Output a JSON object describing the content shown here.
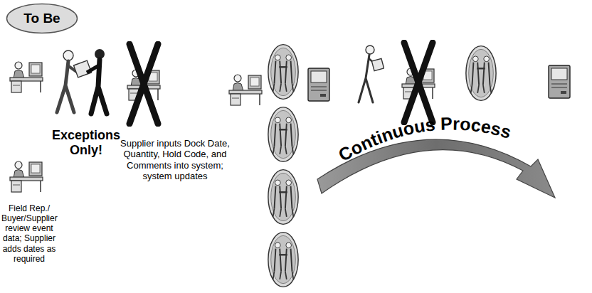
{
  "diagram": {
    "nodes": [
      {
        "text": [
          "To Be"
        ]
      }
    ],
    "labels": [
      "Exceptions Only!",
      "Supplier inputs Dock Date, Quantity, Hold Code, and Comments into system; system updates",
      "Field Rep./ Buyer/Supplier review event data; Supplier adds dates as required",
      "Continuous Process"
    ]
  }
}
